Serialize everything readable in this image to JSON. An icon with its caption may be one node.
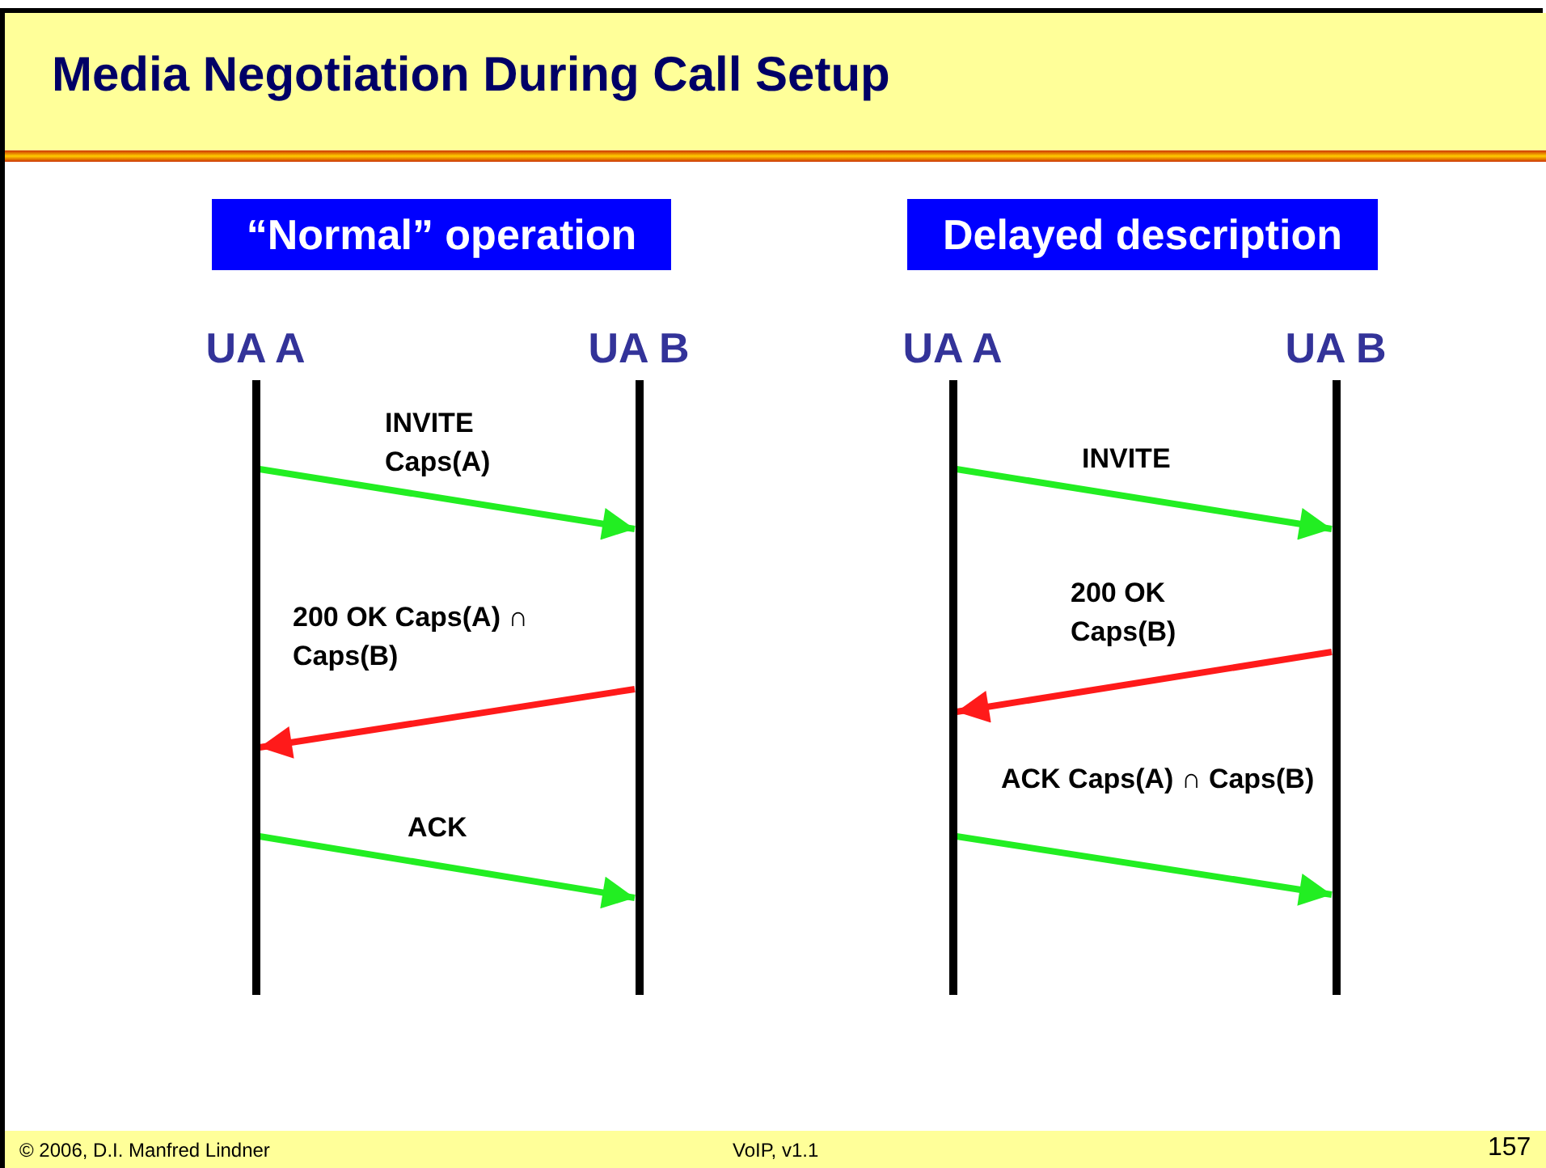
{
  "diagram": {
    "title": "Media Negotiation During Call Setup",
    "nodes": [
      {
        "text": [
          "“Normal” operation"
        ]
      },
      {
        "text": [
          "UA A"
        ]
      },
      {
        "text": [
          "UA B"
        ]
      },
      {
        "text": [
          "Delayed description"
        ]
      },
      {
        "text": [
          "UA A"
        ]
      },
      {
        "text": [
          "UA B"
        ]
      }
    ],
    "edges": [
      {
        "from": 1,
        "to": 2,
        "arrow": "to",
        "label": "INVITE Caps(A)"
      },
      {
        "from": 2,
        "to": 1,
        "arrow": "to",
        "label": "200 OK Caps(A) ∩ Caps(B)",
        "color": "#ff1a1a"
      },
      {
        "from": 1,
        "to": 2,
        "arrow": "to",
        "label": "ACK"
      },
      {
        "from": 4,
        "to": 5,
        "arrow": "to",
        "label": "INVITE"
      },
      {
        "from": 5,
        "to": 4,
        "arrow": "to",
        "label": "200 OK Caps(B)",
        "color": "#ff1a1a"
      },
      {
        "from": 4,
        "to": 5,
        "arrow": "to",
        "label": "ACK Caps(A) ∩ Caps(B)"
      }
    ],
    "labels": [
      "© 2006, D.I. Manfred Lindner",
      "VoIP, v1.1",
      "157"
    ]
  }
}
